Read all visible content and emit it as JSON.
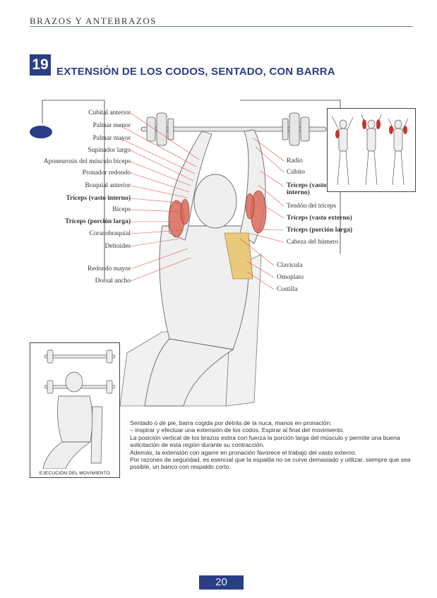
{
  "header": {
    "section": "BRAZOS Y ANTEBRAZOS"
  },
  "exercise": {
    "number": "19",
    "title": "EXTENSIÓN DE LOS CODOS, SENTADO, CON BARRA"
  },
  "labels_left": [
    {
      "text": "Cubital anterior",
      "bold": false
    },
    {
      "text": "Palmar menor",
      "bold": false
    },
    {
      "text": "Palmar mayor",
      "bold": false
    },
    {
      "text": "Supinador largo",
      "bold": false
    },
    {
      "text": "Aponeurosis del músculo bíceps",
      "bold": false
    },
    {
      "text": "Pronador redondo",
      "bold": false
    },
    {
      "text": "Braquial anterior",
      "bold": false
    },
    {
      "text": "Tríceps (vasto interno)",
      "bold": true
    },
    {
      "text": "Bíceps",
      "bold": false
    },
    {
      "text": "Tríceps (porción larga)",
      "bold": true
    },
    {
      "text": "Coracobraquial",
      "bold": false
    },
    {
      "text": "Deltoides",
      "bold": false
    },
    {
      "text": "Redondo mayor",
      "bold": false
    },
    {
      "text": "Dorsal ancho",
      "bold": false
    }
  ],
  "labels_right": [
    {
      "text": "Radio",
      "bold": false
    },
    {
      "text": "Cúbito",
      "bold": false
    },
    {
      "text": "Tríceps (vasto interno)",
      "bold": true
    },
    {
      "text": "Tendón del tríceps",
      "bold": false
    },
    {
      "text": "Tríceps (vasto externo)",
      "bold": true
    },
    {
      "text": "Tríceps (porción larga)",
      "bold": true
    },
    {
      "text": "Cabeza del húmero",
      "bold": false
    },
    {
      "text": "Clavícula",
      "bold": false
    },
    {
      "text": "Omoplato",
      "bold": false
    },
    {
      "text": "Costilla",
      "bold": false
    }
  ],
  "execution_caption": "EJECUCIÓN DEL MOVIMIENTO",
  "description": [
    "Sentado o de pie, barra cogida por detrás de la nuca, manos en pronación:",
    "– inspirar y efectuar una extensión de los codos. Espirar al final del movimiento.",
    "La posición vertical de los brazos estira con fuerza la porción larga del músculo y permite una buena solicitación de esta región durante su contracción.",
    "Además, la extensión con agarre en pronación favorece el trabajo del vasto externo.",
    "Por razones de seguridad, es esencial que la espalda no se curve demasiado y utilizar, siempre que sea posible, un banco con respaldo corto."
  ],
  "page_number": "20",
  "colors": {
    "accent_blue": "#2a3e86",
    "muscle_red": "#c0392b",
    "leader_line": "#d9534f"
  }
}
